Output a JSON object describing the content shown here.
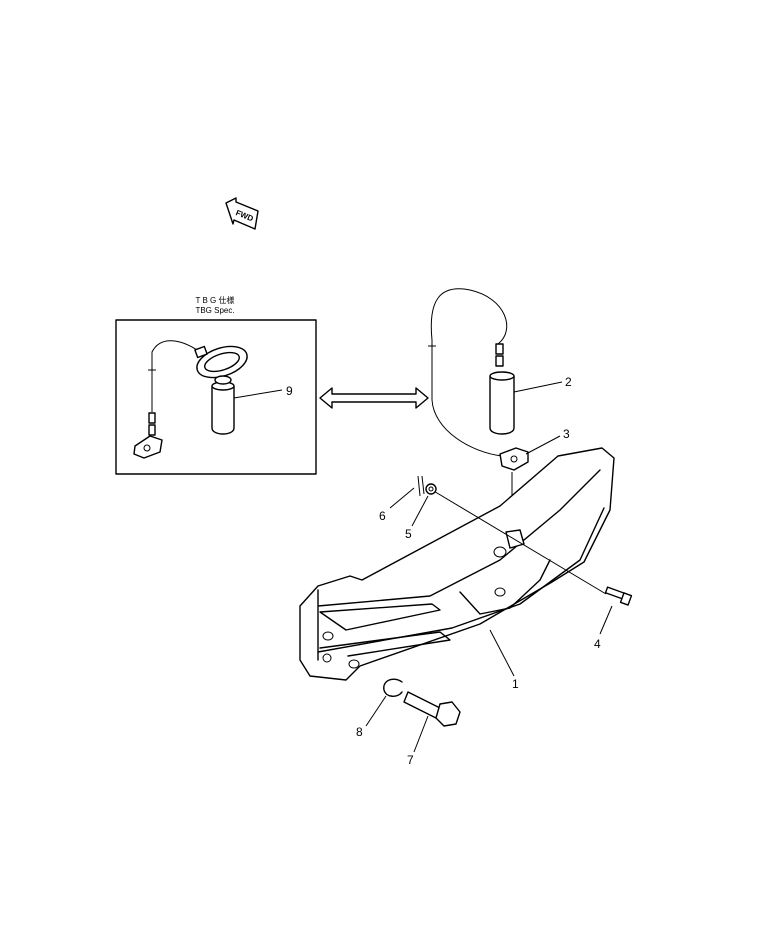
{
  "fwd_label": "FWD",
  "spec_box": {
    "title_jp": "T B G 仕様",
    "title_en": "TBG Spec."
  },
  "callouts": [
    {
      "id": "1",
      "label": "1"
    },
    {
      "id": "2",
      "label": "2"
    },
    {
      "id": "3",
      "label": "3"
    },
    {
      "id": "4",
      "label": "4"
    },
    {
      "id": "5",
      "label": "5"
    },
    {
      "id": "6",
      "label": "6"
    },
    {
      "id": "7",
      "label": "7"
    },
    {
      "id": "8",
      "label": "8"
    },
    {
      "id": "9",
      "label": "9"
    }
  ]
}
